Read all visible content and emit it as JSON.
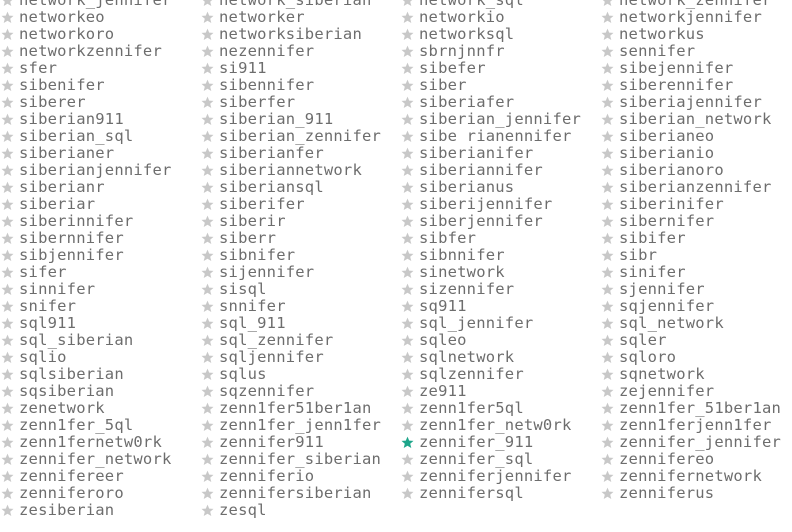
{
  "colors": {
    "text": "#6d6d6d",
    "star_off": "#c8c8c8",
    "star_on": "#1ea58a"
  },
  "icons": {
    "favorite_off": "star-outline-gray-icon",
    "favorite_on": "star-filled-teal-icon"
  },
  "columns": [
    {
      "items": [
        {
          "label": "network_jennifer",
          "starred": false
        },
        {
          "label": "networkeo",
          "starred": false
        },
        {
          "label": "networkoro",
          "starred": false
        },
        {
          "label": "networkzennifer",
          "starred": false
        },
        {
          "label": "sfer",
          "starred": false
        },
        {
          "label": "sibenifer",
          "starred": false
        },
        {
          "label": "siberer",
          "starred": false
        },
        {
          "label": "siberian911",
          "starred": false
        },
        {
          "label": "siberian_sql",
          "starred": false
        },
        {
          "label": "siberianer",
          "starred": false
        },
        {
          "label": "siberianjennifer",
          "starred": false
        },
        {
          "label": "siberianr",
          "starred": false
        },
        {
          "label": "siberiar",
          "starred": false
        },
        {
          "label": "siberinnifer",
          "starred": false
        },
        {
          "label": "sibernnifer",
          "starred": false
        },
        {
          "label": "sibjennifer",
          "starred": false
        },
        {
          "label": "sifer",
          "starred": false
        },
        {
          "label": "sinnifer",
          "starred": false
        },
        {
          "label": "snifer",
          "starred": false
        },
        {
          "label": "sql911",
          "starred": false
        },
        {
          "label": "sql_siberian",
          "starred": false
        },
        {
          "label": "sqlio",
          "starred": false
        },
        {
          "label": "sqlsiberian",
          "starred": false
        },
        {
          "label": "sqsiberian",
          "starred": false
        },
        {
          "label": "zenetwork",
          "starred": false
        },
        {
          "label": "zenn1fer_5ql",
          "starred": false
        },
        {
          "label": "zenn1fernetw0rk",
          "starred": false
        },
        {
          "label": "zennifer_network",
          "starred": false
        },
        {
          "label": "zennifereer",
          "starred": false
        },
        {
          "label": "zenniferoro",
          "starred": false
        },
        {
          "label": "zesiberian",
          "starred": false
        }
      ]
    },
    {
      "items": [
        {
          "label": "network_siberian",
          "starred": false
        },
        {
          "label": "networker",
          "starred": false
        },
        {
          "label": "networksiberian",
          "starred": false
        },
        {
          "label": "nezennifer",
          "starred": false
        },
        {
          "label": "si911",
          "starred": false
        },
        {
          "label": "sibennifer",
          "starred": false
        },
        {
          "label": "siberfer",
          "starred": false
        },
        {
          "label": "siberian_911",
          "starred": false
        },
        {
          "label": "siberian_zennifer",
          "starred": false
        },
        {
          "label": "siberianfer",
          "starred": false
        },
        {
          "label": "siberiannetwork",
          "starred": false
        },
        {
          "label": "siberiansql",
          "starred": false
        },
        {
          "label": "siberifer",
          "starred": false
        },
        {
          "label": "siberir",
          "starred": false
        },
        {
          "label": "siberr",
          "starred": false
        },
        {
          "label": "sibnifer",
          "starred": false
        },
        {
          "label": "sijennifer",
          "starred": false
        },
        {
          "label": "sisql",
          "starred": false
        },
        {
          "label": "snnifer",
          "starred": false
        },
        {
          "label": "sql_911",
          "starred": false
        },
        {
          "label": "sql_zennifer",
          "starred": false
        },
        {
          "label": "sqljennifer",
          "starred": false
        },
        {
          "label": "sqlus",
          "starred": false
        },
        {
          "label": "sqzennifer",
          "starred": false
        },
        {
          "label": "zenn1fer51ber1an",
          "starred": false
        },
        {
          "label": "zenn1fer_jenn1fer",
          "starred": false
        },
        {
          "label": "zennifer911",
          "starred": false
        },
        {
          "label": "zennifer_siberian",
          "starred": false
        },
        {
          "label": "zenniferio",
          "starred": false
        },
        {
          "label": "zennifersiberian",
          "starred": false
        },
        {
          "label": "zesql",
          "starred": false
        }
      ]
    },
    {
      "items": [
        {
          "label": "network_sql",
          "starred": false
        },
        {
          "label": "networkio",
          "starred": false
        },
        {
          "label": "networksql",
          "starred": false
        },
        {
          "label": "sbrnjnnfr",
          "starred": false
        },
        {
          "label": "sibefer",
          "starred": false
        },
        {
          "label": "siber",
          "starred": false
        },
        {
          "label": "siberiafer",
          "starred": false
        },
        {
          "label": "siberian_jennifer",
          "starred": false
        },
        {
          "label": "sibe rianennifer",
          "starred": false
        },
        {
          "label": "siberianifer",
          "starred": false
        },
        {
          "label": "siberiannifer",
          "starred": false
        },
        {
          "label": "siberianus",
          "starred": false
        },
        {
          "label": "siberijennifer",
          "starred": false
        },
        {
          "label": "siberjennifer",
          "starred": false
        },
        {
          "label": "sibfer",
          "starred": false
        },
        {
          "label": "sibnnifer",
          "starred": false
        },
        {
          "label": "sinetwork",
          "starred": false
        },
        {
          "label": "sizennifer",
          "starred": false
        },
        {
          "label": "sq911",
          "starred": false
        },
        {
          "label": "sql_jennifer",
          "starred": false
        },
        {
          "label": "sqleo",
          "starred": false
        },
        {
          "label": "sqlnetwork",
          "starred": false
        },
        {
          "label": "sqlzennifer",
          "starred": false
        },
        {
          "label": "ze911",
          "starred": false
        },
        {
          "label": "zenn1fer5ql",
          "starred": false
        },
        {
          "label": "zenn1fer_netw0rk",
          "starred": false
        },
        {
          "label": "zennifer_911",
          "starred": true
        },
        {
          "label": "zennifer_sql",
          "starred": false
        },
        {
          "label": "zenniferjennifer",
          "starred": false
        },
        {
          "label": "zennifersql",
          "starred": false
        }
      ]
    },
    {
      "items": [
        {
          "label": "network_zennifer",
          "starred": false
        },
        {
          "label": "networkjennifer",
          "starred": false
        },
        {
          "label": "networkus",
          "starred": false
        },
        {
          "label": "sennifer",
          "starred": false
        },
        {
          "label": "sibejennifer",
          "starred": false
        },
        {
          "label": "siberennifer",
          "starred": false
        },
        {
          "label": "siberiajennifer",
          "starred": false
        },
        {
          "label": "siberian_network",
          "starred": false
        },
        {
          "label": "siberianeo",
          "starred": false
        },
        {
          "label": "siberianio",
          "starred": false
        },
        {
          "label": "siberianoro",
          "starred": false
        },
        {
          "label": "siberianzennifer",
          "starred": false
        },
        {
          "label": "siberinifer",
          "starred": false
        },
        {
          "label": "sibernifer",
          "starred": false
        },
        {
          "label": "sibifer",
          "starred": false
        },
        {
          "label": "sibr",
          "starred": false
        },
        {
          "label": "sinifer",
          "starred": false
        },
        {
          "label": "sjennifer",
          "starred": false
        },
        {
          "label": "sqjennifer",
          "starred": false
        },
        {
          "label": "sql_network",
          "starred": false
        },
        {
          "label": "sqler",
          "starred": false
        },
        {
          "label": "sqloro",
          "starred": false
        },
        {
          "label": "sqnetwork",
          "starred": false
        },
        {
          "label": "zejennifer",
          "starred": false
        },
        {
          "label": "zenn1fer_51ber1an",
          "starred": false
        },
        {
          "label": "zenn1ferjenn1fer",
          "starred": false
        },
        {
          "label": "zennifer_jennifer",
          "starred": false
        },
        {
          "label": "zennifereo",
          "starred": false
        },
        {
          "label": "zennifernetwork",
          "starred": false
        },
        {
          "label": "zenniferus",
          "starred": false
        }
      ]
    }
  ]
}
